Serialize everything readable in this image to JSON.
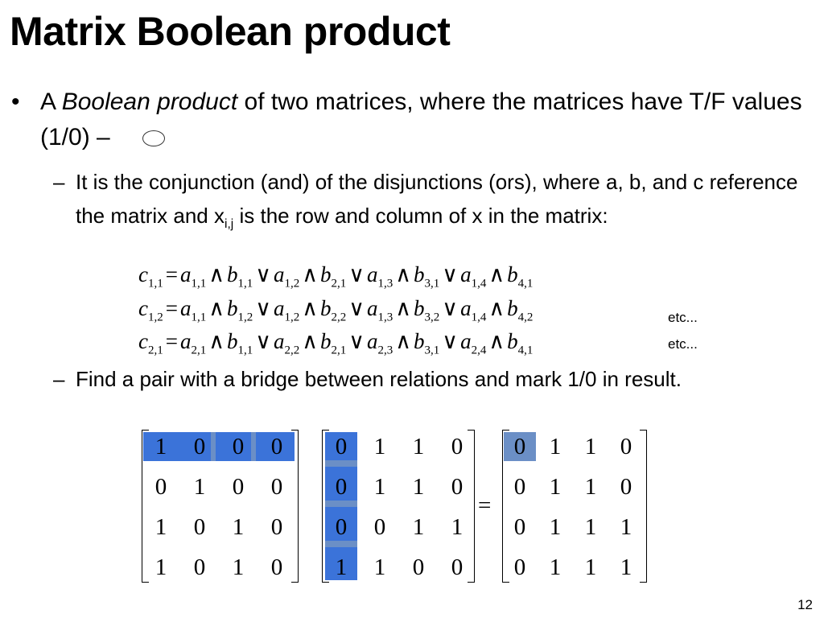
{
  "slide": {
    "title": "Matrix Boolean product",
    "bullet1": {
      "pre": "A ",
      "em": "Boolean product",
      "post": " of two matrices, where the matrices have T/F values (1/0) –"
    },
    "sub1": {
      "pre": "It is the conjunction (and) of the disjunctions (ors), where a, b, and c reference the matrix and x",
      "sub": "i,j",
      "post": " is the row and column of x in the matrix:"
    },
    "sub2": "Find a pair with a bridge between relations and mark 1/0 in result.",
    "etc1": "etc...",
    "etc2": "etc...",
    "page_number": "12",
    "equations": [
      {
        "lhs": "c",
        "lhs_sub": "1,1",
        "terms": [
          [
            "a",
            "1,1",
            "b",
            "1,1"
          ],
          [
            "a",
            "1,2",
            "b",
            "2,1"
          ],
          [
            "a",
            "1,3",
            "b",
            "3,1"
          ],
          [
            "a",
            "1,4",
            "b",
            "4,1"
          ]
        ]
      },
      {
        "lhs": "c",
        "lhs_sub": "1,2",
        "terms": [
          [
            "a",
            "1,1",
            "b",
            "1,2"
          ],
          [
            "a",
            "1,2",
            "b",
            "2,2"
          ],
          [
            "a",
            "1,3",
            "b",
            "3,2"
          ],
          [
            "a",
            "1,4",
            "b",
            "4,2"
          ]
        ]
      },
      {
        "lhs": "c",
        "lhs_sub": "2,1",
        "terms": [
          [
            "a",
            "2,1",
            "b",
            "1,1"
          ],
          [
            "a",
            "2,2",
            "b",
            "2,1"
          ],
          [
            "a",
            "2,3",
            "b",
            "3,1"
          ],
          [
            "a",
            "2,4",
            "b",
            "4,1"
          ]
        ]
      }
    ],
    "symbols": {
      "and": "∧",
      "or": "∨",
      "equals": "="
    },
    "matrix_a": [
      [
        "1",
        "0",
        "0",
        "0"
      ],
      [
        "0",
        "1",
        "0",
        "0"
      ],
      [
        "1",
        "0",
        "1",
        "0"
      ],
      [
        "1",
        "0",
        "1",
        "0"
      ]
    ],
    "matrix_b": [
      [
        "0",
        "1",
        "1",
        "0"
      ],
      [
        "0",
        "1",
        "1",
        "0"
      ],
      [
        "0",
        "0",
        "1",
        "1"
      ],
      [
        "1",
        "1",
        "0",
        "0"
      ]
    ],
    "matrix_c": [
      [
        "0",
        "1",
        "1",
        "0"
      ],
      [
        "0",
        "1",
        "1",
        "0"
      ],
      [
        "0",
        "1",
        "1",
        "1"
      ],
      [
        "0",
        "1",
        "1",
        "1"
      ]
    ],
    "highlight_color": "#3b73d9",
    "result_highlight_color": "#6b8fc6"
  }
}
